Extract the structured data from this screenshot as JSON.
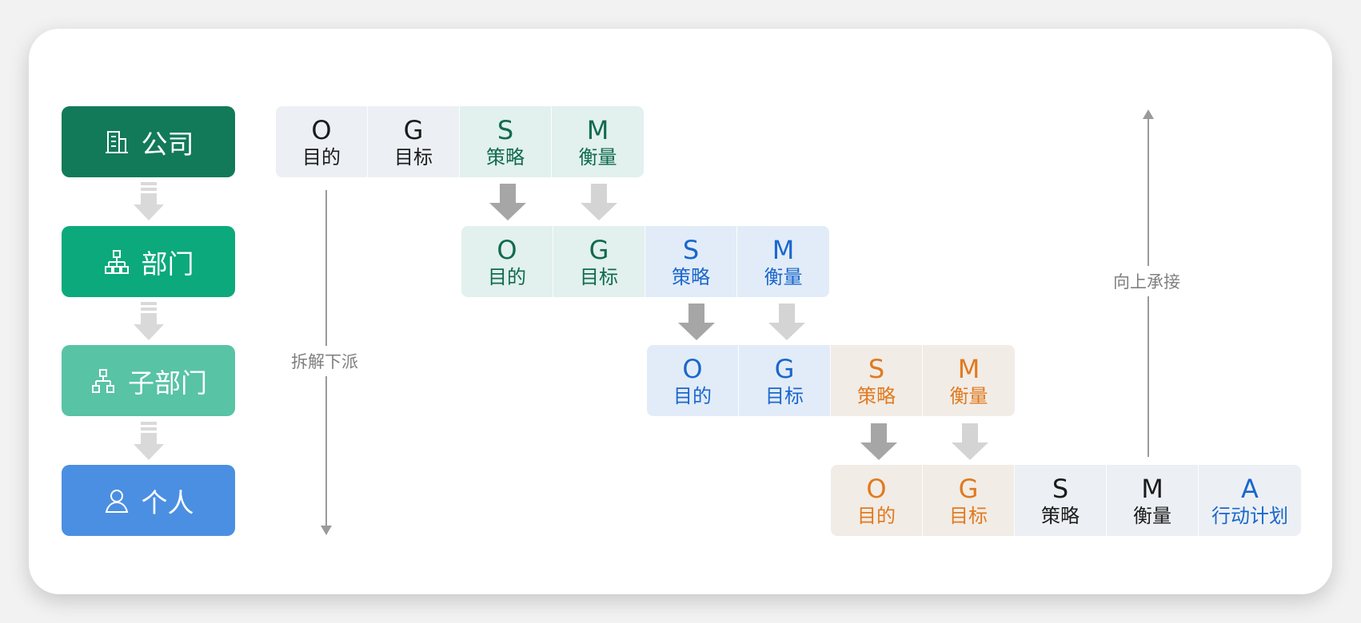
{
  "levels": {
    "company": "公司",
    "department": "部门",
    "subdepartment": "子部门",
    "person": "个人"
  },
  "rows": [
    {
      "cells": [
        {
          "letter": "O",
          "word": "目的"
        },
        {
          "letter": "G",
          "word": "目标"
        },
        {
          "letter": "S",
          "word": "策略"
        },
        {
          "letter": "M",
          "word": "衡量"
        }
      ]
    },
    {
      "cells": [
        {
          "letter": "O",
          "word": "目的"
        },
        {
          "letter": "G",
          "word": "目标"
        },
        {
          "letter": "S",
          "word": "策略"
        },
        {
          "letter": "M",
          "word": "衡量"
        }
      ]
    },
    {
      "cells": [
        {
          "letter": "O",
          "word": "目的"
        },
        {
          "letter": "G",
          "word": "目标"
        },
        {
          "letter": "S",
          "word": "策略"
        },
        {
          "letter": "M",
          "word": "衡量"
        }
      ]
    },
    {
      "cells": [
        {
          "letter": "O",
          "word": "目的"
        },
        {
          "letter": "G",
          "word": "目标"
        },
        {
          "letter": "S",
          "word": "策略"
        },
        {
          "letter": "M",
          "word": "衡量"
        },
        {
          "letter": "A",
          "word": "行动计划"
        }
      ]
    }
  ],
  "labels": {
    "decompose": "拆解下派",
    "upward": "向上承接"
  },
  "colors": {
    "company": "#127a58",
    "department": "#0ba97c",
    "subdepartment": "#58c3a5",
    "person": "#4b8fe2",
    "gray_cell": "#ecf0f4",
    "green_cell": "#e2f0ee",
    "blue_cell": "#e2ecf8",
    "orange_cell": "#f2ece6",
    "arrow_dark": "#a6a6a6",
    "arrow_light": "#d4d4d4"
  }
}
